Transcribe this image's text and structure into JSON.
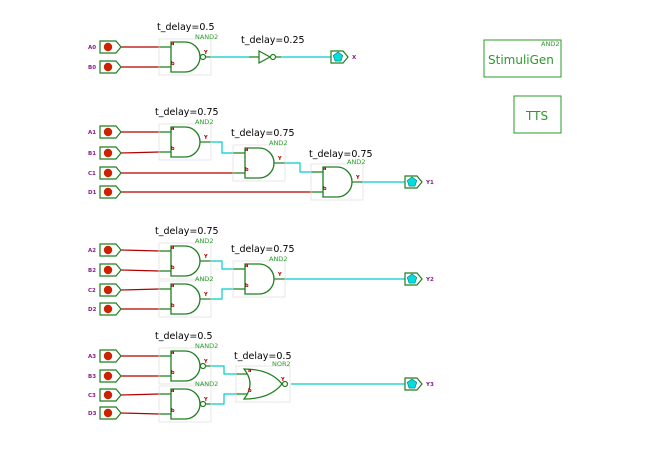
{
  "colors": {
    "gate": "#1f7f1f",
    "input_wire": "#b00000",
    "output_wire": "#00cccc",
    "input_dot": "#cc2200",
    "output_port": "#00dede",
    "signal_label": "#8a1c8a",
    "box_border": "#2a9a2a"
  },
  "circuits": [
    {
      "inputs": [
        "A0",
        "B0"
      ],
      "gate1": {
        "type": "NAND2",
        "delay": "t_delay=0.5"
      },
      "gate2": {
        "type": "NOT",
        "delay": "t_delay=0.25"
      },
      "output": "X"
    },
    {
      "inputs": [
        "A1",
        "B1",
        "C1",
        "D1"
      ],
      "gate1": {
        "type": "AND2",
        "delay": "t_delay=0.75"
      },
      "gate2": {
        "type": "AND2",
        "delay": "t_delay=0.75"
      },
      "gate3": {
        "type": "AND2",
        "delay": "t_delay=0.75"
      },
      "output": "Y1"
    },
    {
      "inputs": [
        "A2",
        "B2",
        "C2",
        "D2"
      ],
      "gate1": {
        "type": "AND2",
        "delay": "t_delay=0.75"
      },
      "gate2": {
        "type": "AND2"
      },
      "gate3": {
        "type": "AND2",
        "delay": "t_delay=0.75"
      },
      "output": "Y2"
    },
    {
      "inputs": [
        "A3",
        "B3",
        "C3",
        "D3"
      ],
      "gate1": {
        "type": "NAND2",
        "delay": "t_delay=0.5"
      },
      "gate2": {
        "type": "NAND2"
      },
      "gate3": {
        "type": "NOR2",
        "delay": "t_delay=0.5"
      },
      "output": "Y3"
    }
  ],
  "pins": {
    "a": "a",
    "b": "b",
    "y": "Y"
  },
  "stimuli_box": {
    "label": "StimuliGen",
    "tag": "AND2"
  },
  "tts_box": {
    "label": "TTS"
  }
}
